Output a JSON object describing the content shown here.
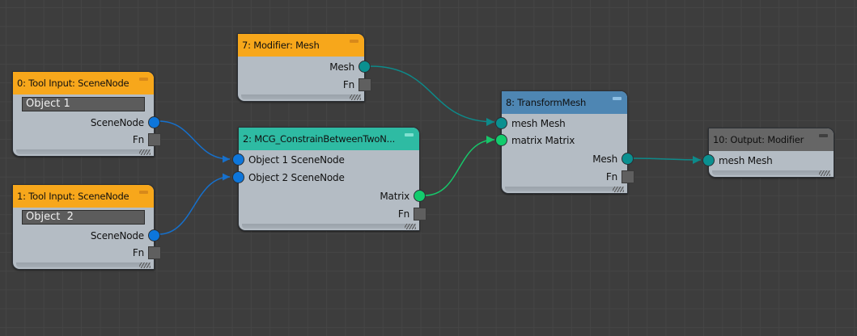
{
  "colors": {
    "input_header": "#f7a71b",
    "input_collapse": "#d8891a",
    "mcg_header": "#2ebba3",
    "mcg_collapse": "#7fe0d0",
    "transform_header": "#4e86b3",
    "transform_collapse": "#8fc0e4",
    "output_header": "#666666",
    "output_collapse": "#3f3f3f",
    "scenenode_port": "#0d76db",
    "mesh_port": "#0a9090",
    "matrix_port": "#13cc6d",
    "wire_scenenode": "#1670cc",
    "wire_mesh": "#0d8a8a",
    "wire_matrix": "#17c66a"
  },
  "nodes": {
    "tool_input_0": {
      "title": "0: Tool Input: SceneNode",
      "value": "Object 1",
      "output_label": "SceneNode",
      "fn_label": "Fn"
    },
    "tool_input_1": {
      "title": "1: Tool Input: SceneNode",
      "value": "Object  2",
      "output_label": "SceneNode",
      "fn_label": "Fn"
    },
    "modifier_mesh_7": {
      "title": "7: Modifier: Mesh",
      "output_label": "Mesh",
      "fn_label": "Fn"
    },
    "mcg_constrain_2": {
      "title": "2: MCG_ConstrainBetweenTwoN...",
      "inputs": [
        "Object 1 SceneNode",
        "Object 2 SceneNode"
      ],
      "output_label": "Matrix",
      "fn_label": "Fn"
    },
    "transform_mesh_8": {
      "title": "8: TransformMesh",
      "inputs": [
        "mesh Mesh",
        "matrix Matrix"
      ],
      "output_label": "Mesh",
      "fn_label": "Fn"
    },
    "output_modifier_10": {
      "title": "10: Output: Modifier",
      "inputs": [
        "mesh Mesh"
      ]
    }
  },
  "connections": [
    {
      "from": "0: Tool Input: SceneNode.SceneNode",
      "to": "2.Object 1 SceneNode",
      "type": "scenenode"
    },
    {
      "from": "1: Tool Input: SceneNode.SceneNode",
      "to": "2.Object 2 SceneNode",
      "type": "scenenode"
    },
    {
      "from": "7: Modifier: Mesh.Mesh",
      "to": "8.mesh Mesh",
      "type": "mesh"
    },
    {
      "from": "2.Matrix",
      "to": "8.matrix Matrix",
      "type": "matrix"
    },
    {
      "from": "8.Mesh",
      "to": "10.mesh Mesh",
      "type": "mesh"
    }
  ]
}
